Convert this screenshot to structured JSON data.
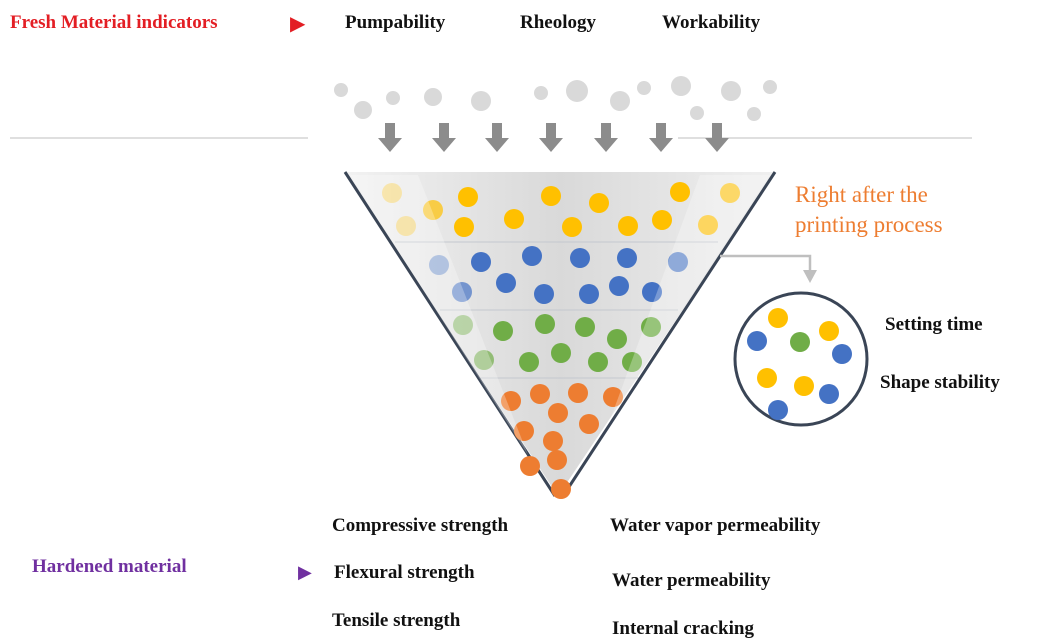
{
  "fresh": {
    "title": "Fresh Material indicators",
    "arrow": "▶",
    "indicators": [
      "Pumpability",
      "Rheology",
      "Workability"
    ]
  },
  "process_label": [
    "Right after the",
    "printing process"
  ],
  "early_properties": [
    "Setting time",
    "Shape stability"
  ],
  "hardened": {
    "title": "Hardened material",
    "arrow": "▶",
    "mechanical": [
      "Compressive strength",
      "Flexural strength",
      "Tensile strength"
    ],
    "durability": [
      "Water vapor permeability",
      "Water permeability",
      "Internal cracking"
    ]
  },
  "colors": {
    "fresh_title": "#e31e24",
    "hardened_title": "#7030a0",
    "process_label": "#ed7d31",
    "layer_yellow": "#ffc000",
    "layer_blue": "#4472c4",
    "layer_green": "#70ad47",
    "layer_orange": "#ed7d31",
    "particles_gray": "#d9d9d9",
    "arrows": "#8c8c8c",
    "funnel_edge": "#3a4556"
  }
}
